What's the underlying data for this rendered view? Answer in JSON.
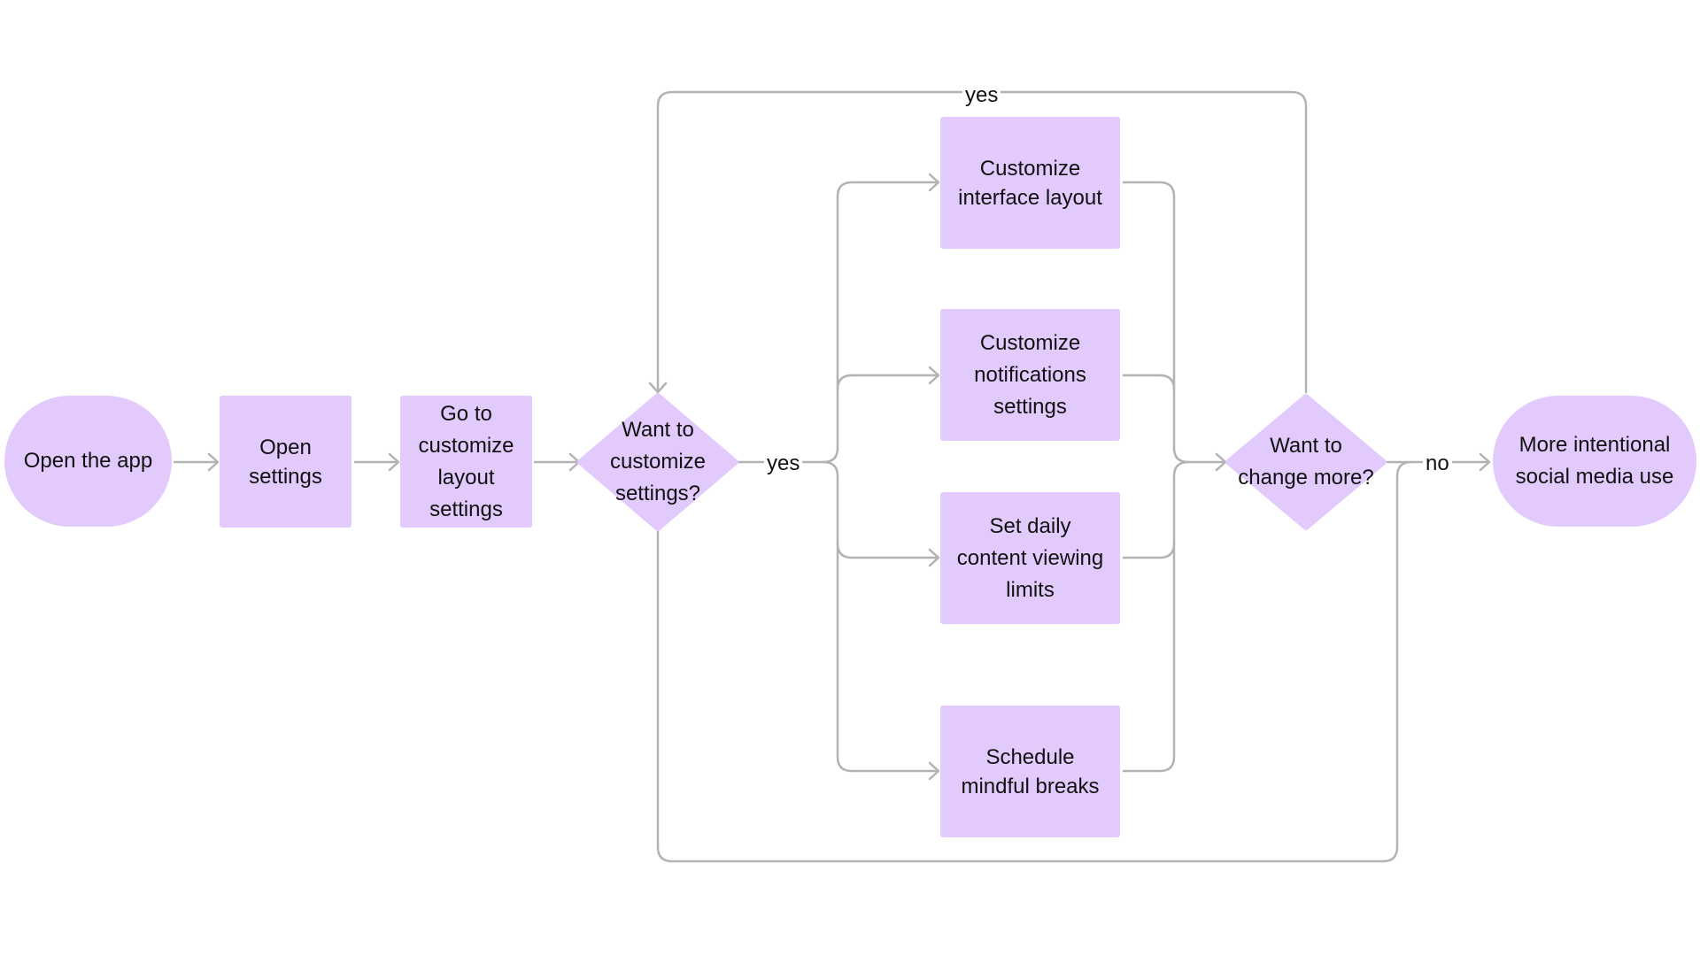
{
  "diagram": {
    "nodes": {
      "open_app": "Open the app",
      "open_settings": "Open\nsettings",
      "go_layout": "Go to\ncustomize\nlayout\nsettings",
      "decision_customize": "Want to\ncustomize\nsettings?",
      "customize_interface": "Customize\ninterface layout",
      "customize_notifications": "Customize\nnotifications\nsettings",
      "daily_limits": "Set daily\ncontent viewing\nlimits",
      "mindful_breaks": "Schedule\nmindful breaks",
      "decision_more": "Want to\nchange more?",
      "intentional_use": "More intentional\nsocial media use"
    },
    "edge_labels": {
      "loop_yes": "yes",
      "customize_yes": "yes",
      "more_no": "no"
    },
    "colors": {
      "node_fill": "#e3cafd",
      "connector": "#b3b3b3",
      "text": "#111111"
    }
  }
}
